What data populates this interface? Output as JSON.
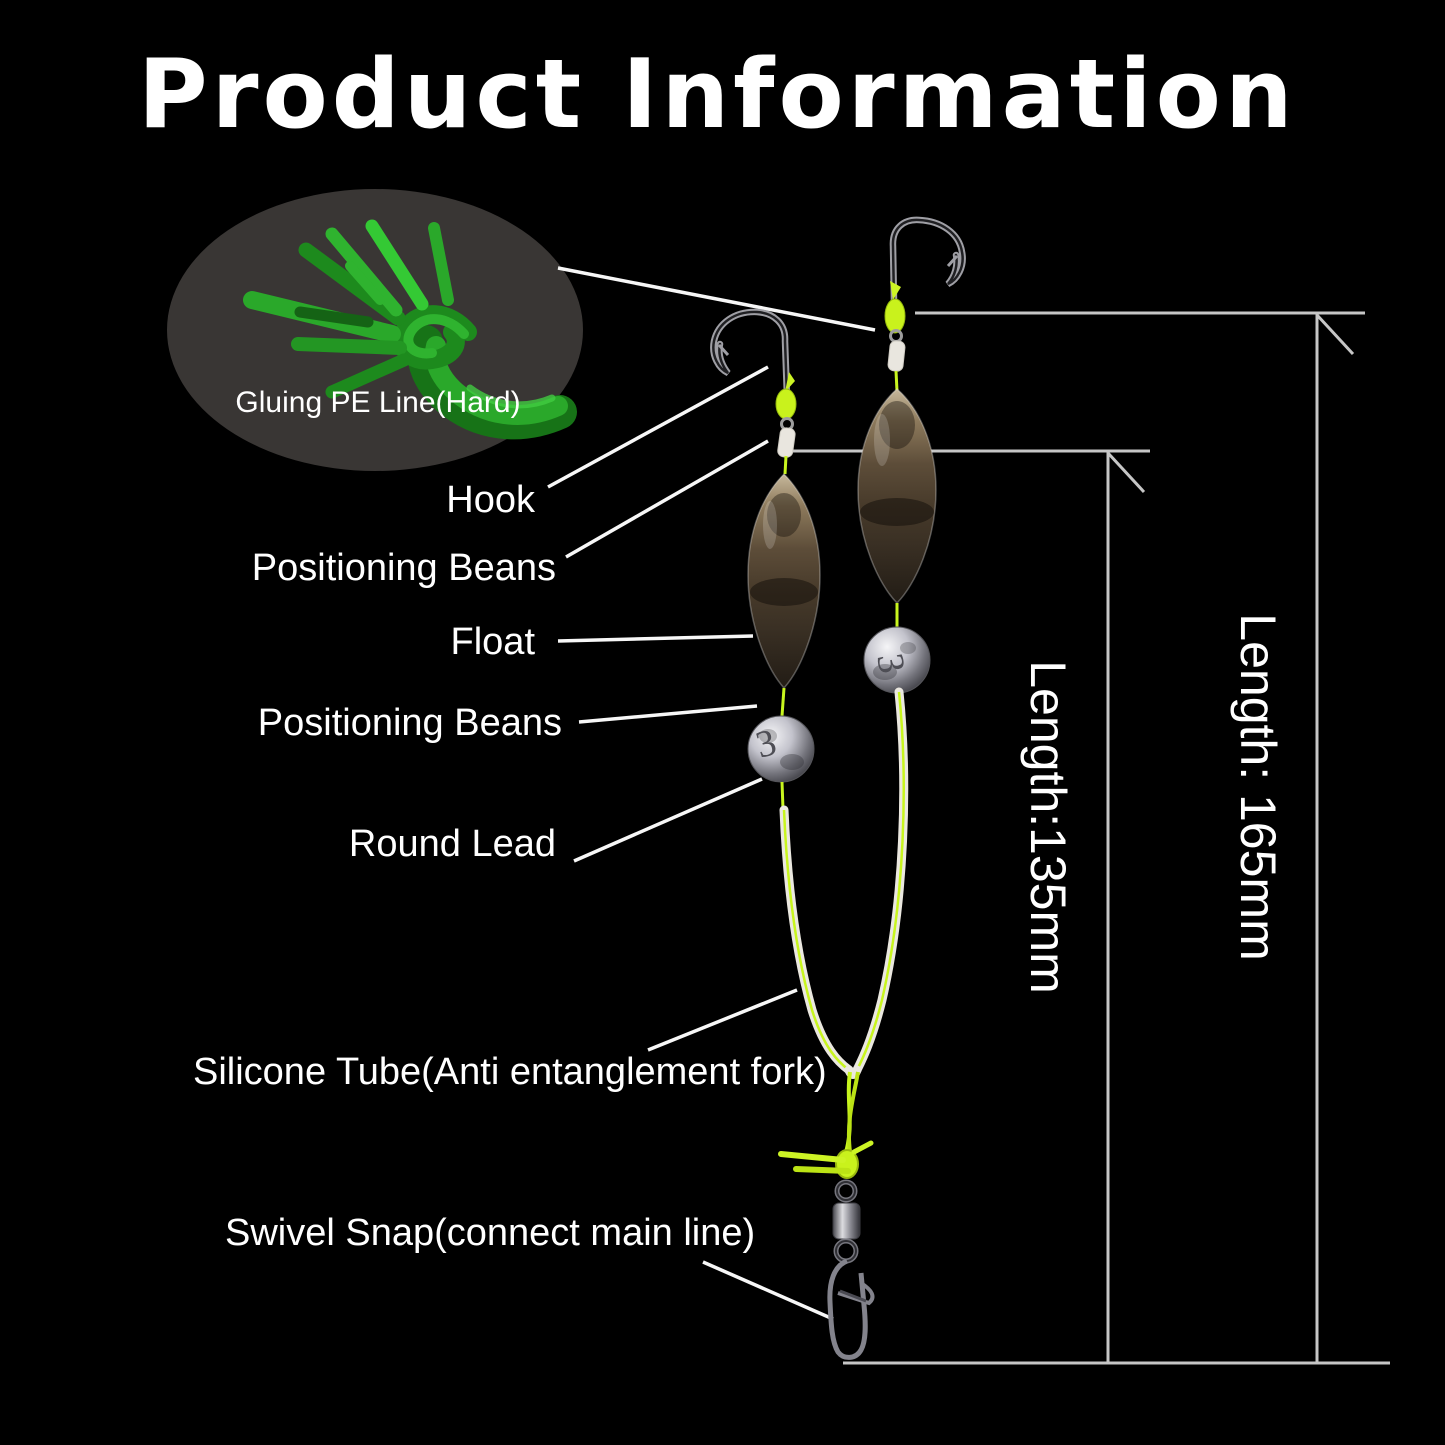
{
  "title": "Product Information",
  "inset": {
    "caption": "Gluing PE Line(Hard)"
  },
  "labels": {
    "hook": "Hook",
    "positioning_beans_1": "Positioning Beans",
    "float": "Float",
    "positioning_beans_2": "Positioning Beans",
    "round_lead": "Round Lead",
    "silicone_tube": "Silicone Tube(Anti entanglement fork)",
    "swivel_snap": "Swivel Snap(connect main line)"
  },
  "measurements": {
    "inner_length": "Length:135mm",
    "outer_length": "Length: 165mm"
  },
  "lead_marking": "3",
  "colors": {
    "background": "#000000",
    "text": "#ffffff",
    "callout_line": "#f7f7f7",
    "dimension_line": "#c6c6c6",
    "line_yellow": "#c8f51e",
    "tube_white": "#ebe8e0",
    "rope_green": "#2aa82a",
    "float_smoke": "#51432f",
    "metal_silver": "#c9c9d2",
    "inset_background": "#393634"
  }
}
